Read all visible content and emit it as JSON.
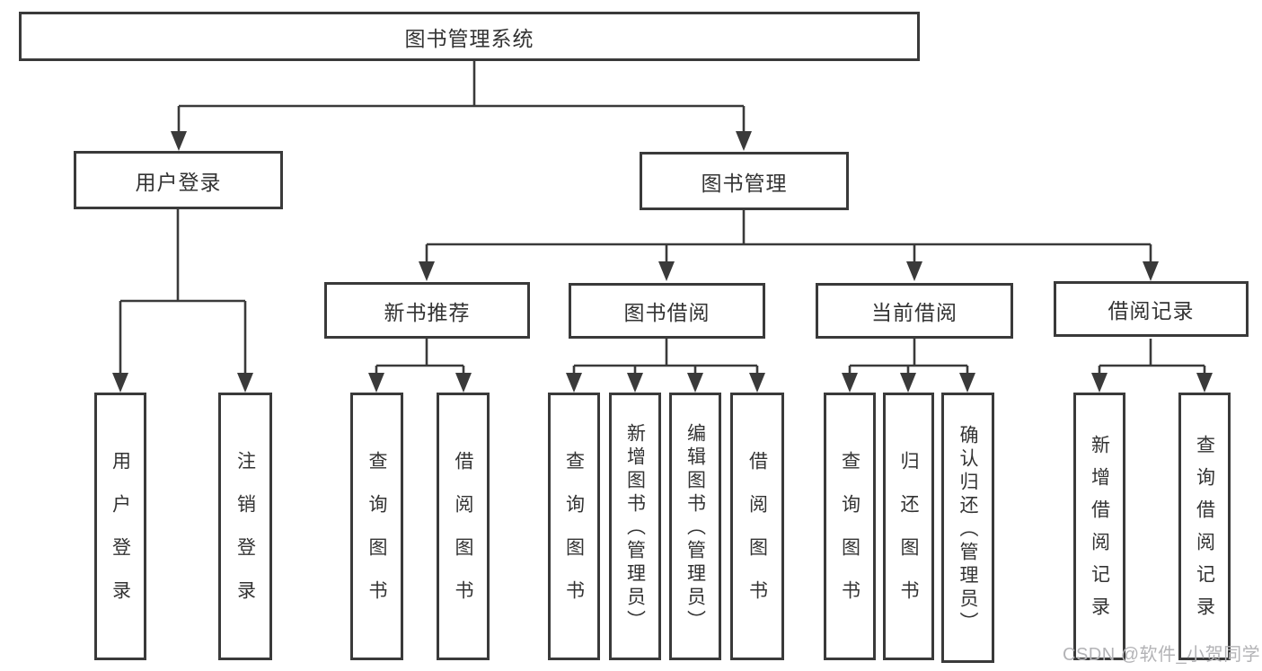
{
  "diagram_title": "图书管理系统",
  "watermark": "CSDN @软件_小贺同学",
  "colors": {
    "line": "#3a3a3a",
    "box_border": "#3a3a3a",
    "text": "#333333",
    "background": "#ffffff",
    "watermark": "#b3b3b6"
  },
  "nodes": {
    "root": "图书管理系统",
    "login": "用户登录",
    "mgmt": "图书管理",
    "rec": "新书推荐",
    "borrow": "图书借阅",
    "current": "当前借阅",
    "records": "借阅记录",
    "login_leaf": "用户登录",
    "logout_leaf": "注销登录",
    "rec_query": "查询图书",
    "rec_borrow": "借阅图书",
    "borrow_query": "查询图书",
    "borrow_add": "新增图书（管理员）",
    "borrow_edit": "编辑图书（管理员）",
    "borrow_borrow": "借阅图书",
    "current_query": "查询图书",
    "current_return": "归还图书",
    "current_confirm": "确认归还（管理员）",
    "records_add": "新增借阅记录",
    "records_query": "查询借阅记录"
  },
  "hierarchy": [
    {
      "parent": "图书管理系统",
      "children": [
        "用户登录",
        "图书管理"
      ]
    },
    {
      "parent": "用户登录",
      "children": [
        "用户登录",
        "注销登录"
      ]
    },
    {
      "parent": "图书管理",
      "children": [
        "新书推荐",
        "图书借阅",
        "当前借阅",
        "借阅记录"
      ]
    },
    {
      "parent": "新书推荐",
      "children": [
        "查询图书",
        "借阅图书"
      ]
    },
    {
      "parent": "图书借阅",
      "children": [
        "查询图书",
        "新增图书（管理员）",
        "编辑图书（管理员）",
        "借阅图书"
      ]
    },
    {
      "parent": "当前借阅",
      "children": [
        "查询图书",
        "归还图书",
        "确认归还（管理员）"
      ]
    },
    {
      "parent": "借阅记录",
      "children": [
        "新增借阅记录",
        "查询借阅记录"
      ]
    }
  ]
}
